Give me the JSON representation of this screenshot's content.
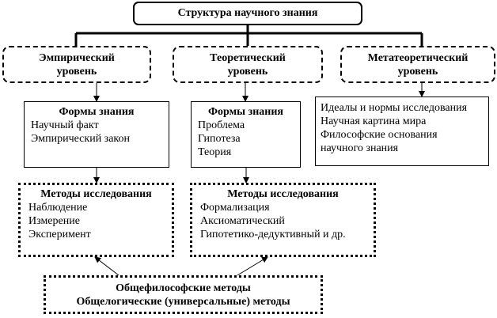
{
  "title": "Структура научного знания",
  "levels": {
    "empirical": [
      "Эмпирический",
      "уровень"
    ],
    "theoretical": [
      "Теоретический",
      "уровень"
    ],
    "metatheoretical": [
      "Метатеоретический",
      "уровень"
    ]
  },
  "empirical_forms": {
    "heading": "Формы знания",
    "items": [
      "Научный факт",
      "Эмпирический закон"
    ]
  },
  "theoretical_forms": {
    "heading": "Формы знания",
    "items": [
      "Проблема",
      "Гипотеза",
      "Теория"
    ]
  },
  "metatheoretical_items": [
    "Идеалы и нормы исследования",
    "Научная картина мира",
    "Философские основания",
    "научного знания"
  ],
  "empirical_methods": {
    "heading": "Методы исследования",
    "items": [
      "Наблюдение",
      "Измерение",
      "Эксперимент"
    ]
  },
  "theoretical_methods": {
    "heading": "Методы исследования",
    "items": [
      "Формализация",
      "Аксиоматический",
      "Гипотетико-дедуктивный и др."
    ]
  },
  "general_methods": [
    "Общефилософские методы",
    "Общелогические (универсальные) методы"
  ]
}
